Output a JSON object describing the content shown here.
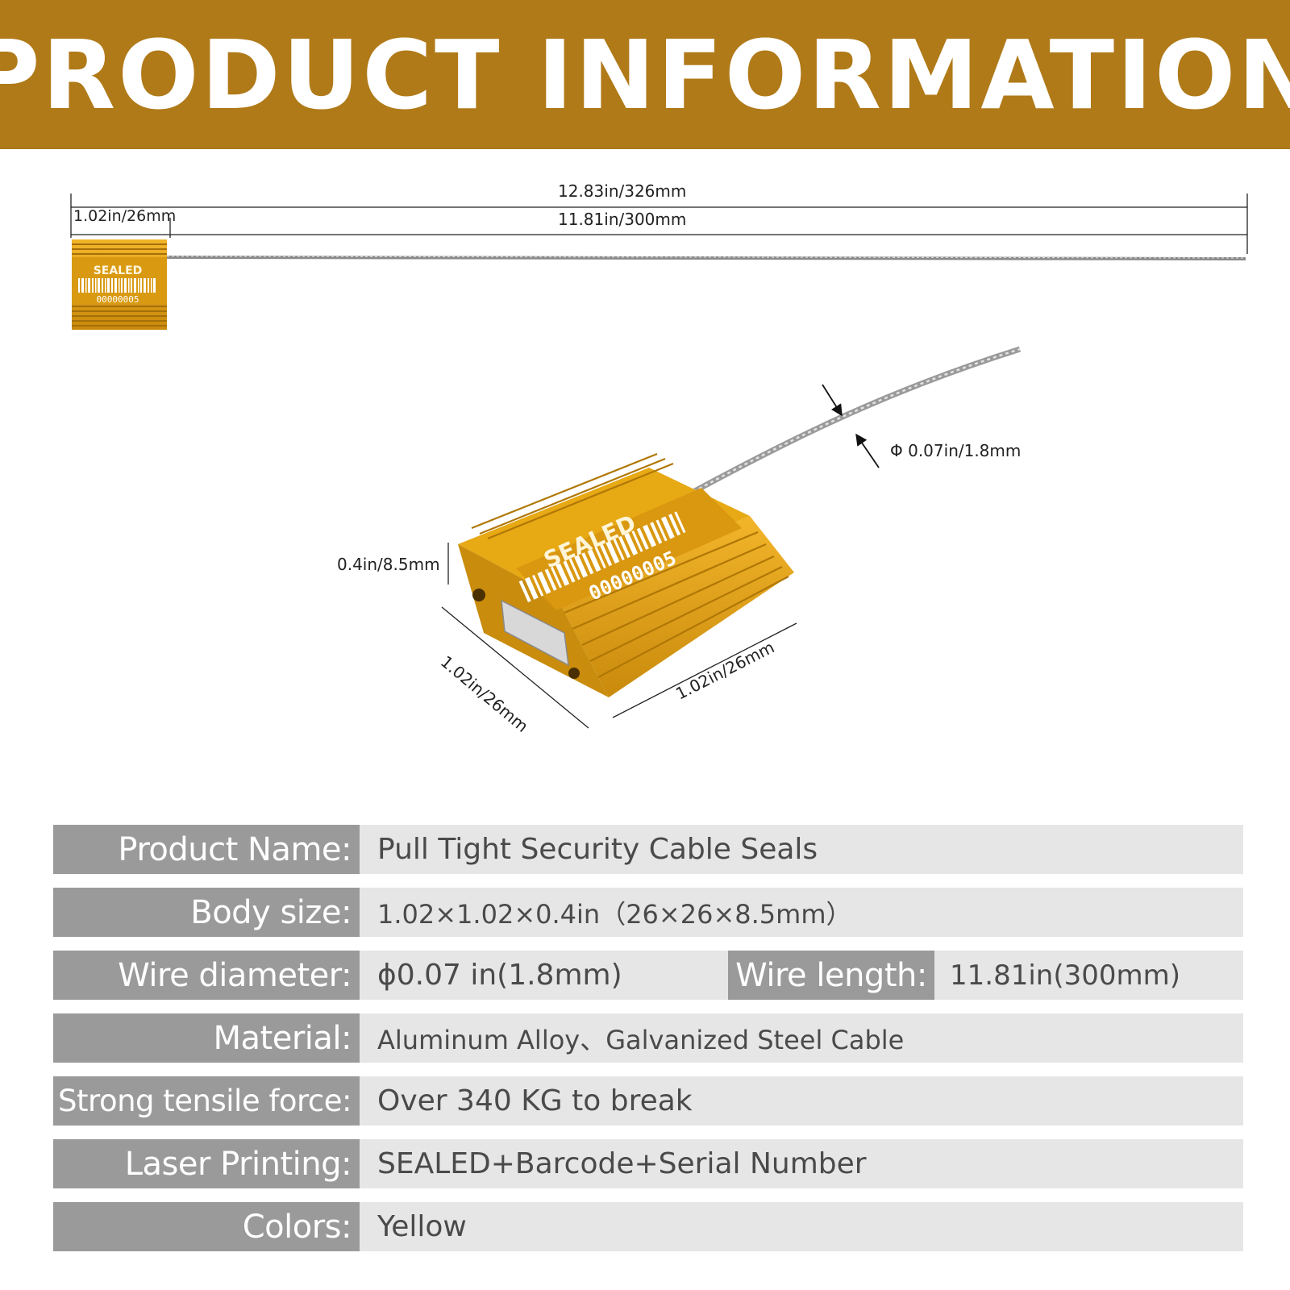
{
  "banner": {
    "title": "PRODUCT INFORMATION"
  },
  "figure": {
    "dimensions": {
      "total_length": "12.83in/326mm",
      "wire_length": "11.81in/300mm",
      "head_length": "1.02in/26mm",
      "wire_diameter": "Φ 0.07in/1.8mm",
      "thickness": "0.4in/8.5mm",
      "depth": "1.02in/26mm",
      "width": "1.02in/26mm"
    },
    "seal_print": {
      "word": "SEALED",
      "serial": "00000005"
    },
    "colors": {
      "banner": "#b07a19",
      "seal_body": "#e8a712",
      "seal_dark": "#b97d0a",
      "label_cell": "#9a9a9a",
      "value_cell": "#e6e6e6"
    }
  },
  "specs": {
    "product_name": {
      "label": "Product Name:",
      "value": "Pull Tight Security Cable Seals"
    },
    "body_size": {
      "label": "Body size:",
      "value": "1.02×1.02×0.4in（26×26×8.5mm）"
    },
    "wire_diameter": {
      "label": "Wire diameter:",
      "value": "ϕ0.07 in(1.8mm)"
    },
    "wire_length": {
      "label": "Wire length:",
      "value": "11.81in(300mm)"
    },
    "material": {
      "label": "Material:",
      "value": "Aluminum Alloy、Galvanized Steel Cable"
    },
    "tensile_force": {
      "label": "Strong tensile force:",
      "value": "Over 340 KG to break"
    },
    "laser_printing": {
      "label": "Laser Printing:",
      "value": "SEALED+Barcode+Serial Number"
    },
    "colors": {
      "label": "Colors:",
      "value": "Yellow"
    }
  }
}
